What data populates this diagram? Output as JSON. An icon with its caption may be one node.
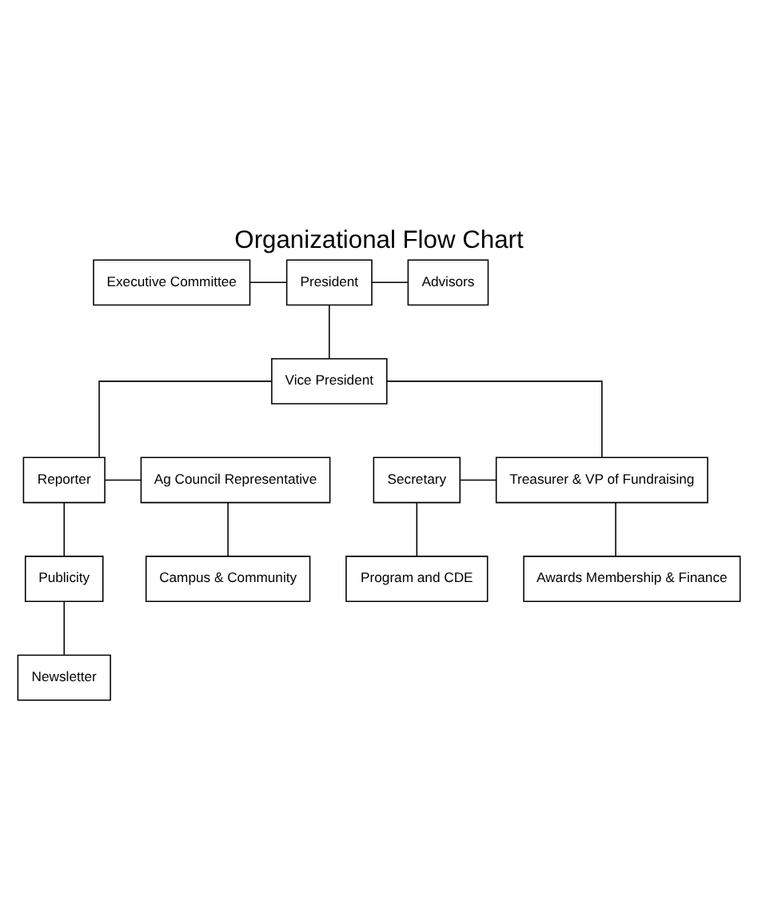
{
  "diagram": {
    "title": "Organizational Flow Chart",
    "nodes": [
      {
        "text": [
          "Executive Committee"
        ]
      },
      {
        "text": [
          "President"
        ]
      },
      {
        "text": [
          "Advisors"
        ]
      },
      {
        "text": [
          "Vice President"
        ]
      },
      {
        "text": [
          "Secretary"
        ]
      },
      {
        "text": [
          "Treasurer & VP of Fundraising"
        ]
      },
      {
        "text": [
          "Reporter"
        ]
      },
      {
        "text": [
          "Ag Council Representative"
        ]
      },
      {
        "text": [
          "Program and CDE"
        ]
      },
      {
        "text": [
          "Awards Membership & Finance"
        ]
      },
      {
        "text": [
          "Publicity"
        ]
      },
      {
        "text": [
          "Campus & Community"
        ]
      },
      {
        "text": [
          "Newsletter"
        ]
      }
    ],
    "edges": [
      {
        "from": 0,
        "to": 1,
        "arrow": "none"
      },
      {
        "from": 1,
        "to": 2,
        "arrow": "none"
      },
      {
        "from": 1,
        "to": 3,
        "arrow": "none"
      },
      {
        "from": 3,
        "to": 5,
        "arrow": "none"
      },
      {
        "from": 3,
        "to": 6,
        "arrow": "none"
      },
      {
        "from": 4,
        "to": 5,
        "arrow": "none"
      },
      {
        "from": 6,
        "to": 7,
        "arrow": "none"
      },
      {
        "from": 4,
        "to": 8,
        "arrow": "none"
      },
      {
        "from": 5,
        "to": 9,
        "arrow": "none"
      },
      {
        "from": 6,
        "to": 10,
        "arrow": "none"
      },
      {
        "from": 7,
        "to": 11,
        "arrow": "none"
      },
      {
        "from": 10,
        "to": 12,
        "arrow": "none"
      }
    ]
  }
}
